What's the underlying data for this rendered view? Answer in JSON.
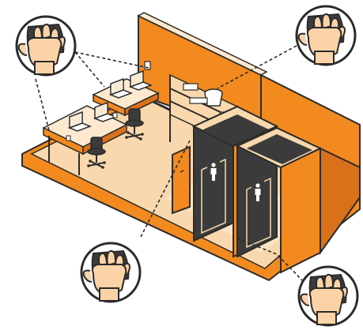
{
  "palette": {
    "outline": "#2b2b2b",
    "orange": "#f28a1f",
    "orange_dark": "#d9701a",
    "floor": "#f9d8ad",
    "floor_light": "#fde9cf",
    "charcoal": "#3b3b3b",
    "white": "#ffffff"
  },
  "icons": {
    "cleaning_hand": "hand-wiping-cloth-icon",
    "toilet_sign": "person-restroom-icon"
  },
  "callouts": [
    {
      "name": "top-left-cleaning-callout"
    },
    {
      "name": "top-right-cleaning-callout"
    },
    {
      "name": "bottom-left-cleaning-callout"
    },
    {
      "name": "bottom-right-cleaning-callout"
    }
  ]
}
